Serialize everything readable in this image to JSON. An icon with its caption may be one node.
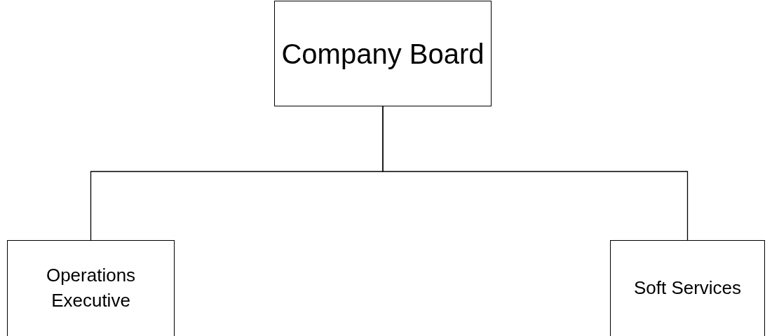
{
  "diagram": {
    "nodes": [
      {
        "text": [
          "Company Board"
        ]
      },
      {
        "text": [
          "Operations Executive"
        ]
      },
      {
        "text": [
          "Soft Services"
        ]
      }
    ],
    "edges": [
      {
        "from": 0,
        "to": 1,
        "arrow": "none"
      },
      {
        "from": 0,
        "to": 2,
        "arrow": "none"
      }
    ]
  }
}
